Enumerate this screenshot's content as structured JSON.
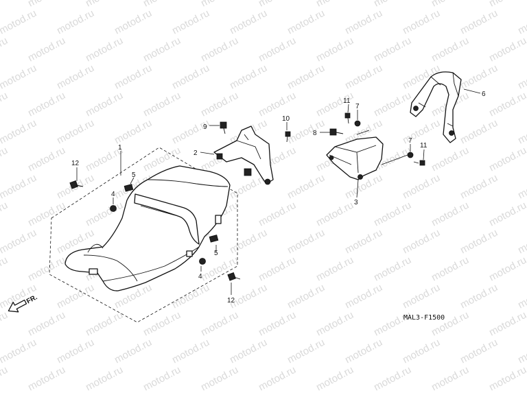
{
  "watermark": {
    "text": "motod.ru",
    "color": "#d9d9d9"
  },
  "diagram_code": "MAL3-F1500",
  "direction_label": "FR.",
  "callouts": {
    "c1": "1",
    "c2": "2",
    "c3": "3",
    "c4a": "4",
    "c4b": "4",
    "c5a": "5",
    "c5b": "5",
    "c6": "6",
    "c7a": "7",
    "c7b": "7",
    "c8": "8",
    "c9": "9",
    "c10": "10",
    "c11a": "11",
    "c11b": "11",
    "c12a": "12",
    "c12b": "12"
  }
}
